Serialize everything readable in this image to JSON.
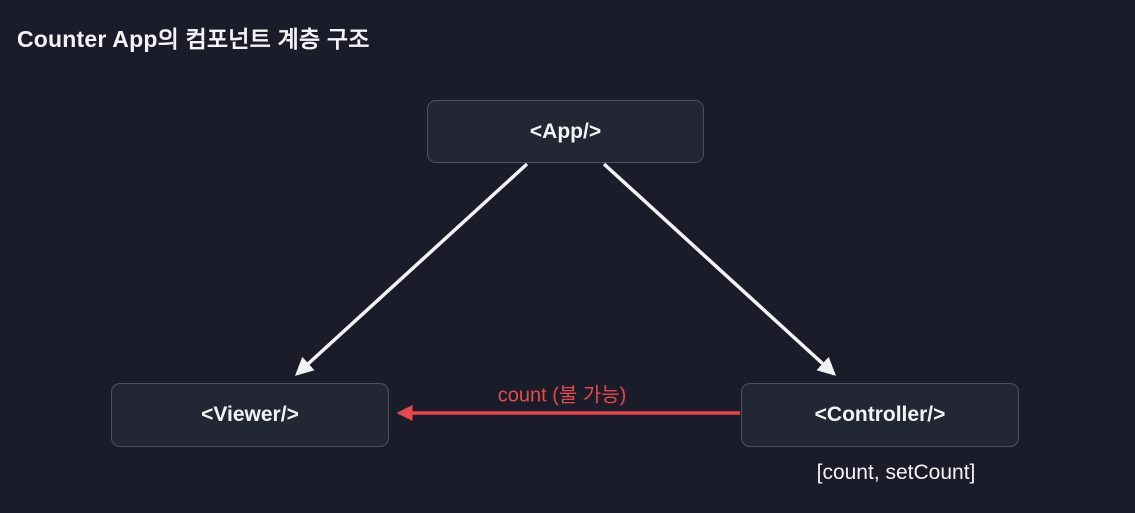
{
  "title": "Counter App의 컴포넌트 계층 구조",
  "nodes": {
    "app": {
      "label": "<App/>"
    },
    "viewer": {
      "label": "<Viewer/>"
    },
    "controller": {
      "label": "<Controller/>",
      "state": "[count, setCount]"
    }
  },
  "edges": {
    "app_to_viewer": {
      "from": "App",
      "to": "Viewer",
      "style": "solid",
      "color": "#f2f3f6"
    },
    "app_to_controller": {
      "from": "App",
      "to": "Controller",
      "style": "solid",
      "color": "#f2f3f6"
    },
    "controller_to_viewer": {
      "from": "Controller",
      "to": "Viewer",
      "label": "count (불 가능)",
      "style": "solid",
      "color": "#e5484d"
    }
  },
  "colors": {
    "background": "#1a1d29",
    "node_fill": "#232633",
    "node_border": "#4c5264",
    "text": "#f2f3f6",
    "arrow": "#f2f3f6",
    "warning": "#e5484d"
  }
}
